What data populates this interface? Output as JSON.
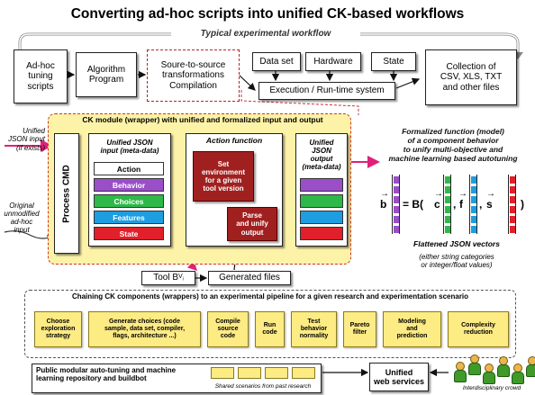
{
  "title": "Converting ad-hoc scripts into unified CK-based workflows",
  "workflow": {
    "caption": "Typical experimental workflow",
    "adhoc": "Ad-hoc\ntuning\nscripts",
    "algorithm": "Algorithm\nProgram",
    "transform": "Soure-to-source\ntransformations\nCompilation",
    "dataset": "Data set",
    "hardware": "Hardware",
    "state": "State",
    "execution": "Execution / Run-time system",
    "collection": "Collection of\nCSV, XLS, TXT\nand other files"
  },
  "ck_module": {
    "title": "CK module (wrapper) with unified and formalized input and output",
    "unified_input_label": "Unified\nJSON input\n(if exists)",
    "original_input_label": "Original\nunmodified\nad-hoc\ninput",
    "process_cmd": "Process CMD",
    "input_header": "Unified JSON\ninput  (meta-data)",
    "items": [
      {
        "label": "Action",
        "color": "#ffffff",
        "text_color": "#000000"
      },
      {
        "label": "Behavior",
        "color": "#9a4fc8",
        "text_color": "#ffffff"
      },
      {
        "label": "Choices",
        "color": "#2fb84a",
        "text_color": "#ffffff"
      },
      {
        "label": "Features",
        "color": "#1d9ee0",
        "text_color": "#ffffff"
      },
      {
        "label": "State",
        "color": "#e0202a",
        "text_color": "#ffffff"
      }
    ],
    "action_header": "Action function",
    "set_env": "Set\nenvironment\nfor a given\ntool version",
    "parse": "Parse\nand unify\noutput",
    "output_header": "Unified\nJSON\noutput\n(meta-data)",
    "output_colors": [
      "#9a4fc8",
      "#2fb84a",
      "#1d9ee0",
      "#e0202a"
    ]
  },
  "tool_label": "Tool B",
  "tool_sub": "V",
  "tool_subsub": "i",
  "generated_files": "Generated files",
  "formalized": {
    "caption": "Formalized function (model)\nof a component behavior\nto unify multi-objective and\nmachine learning based autotuning",
    "formula_b": "b",
    "formula_eq": "= B(",
    "formula_c": "c",
    "formula_f": "f",
    "formula_s": "s",
    "formula_sep": ",",
    "formula_close": ")",
    "vectors_caption": "Flattened JSON vectors",
    "vectors_sub": "(either string categories\nor  integer/float values)",
    "vector_colors": [
      "#9a4fc8",
      "#2fb84a",
      "#1d9ee0",
      "#e0202a"
    ]
  },
  "chain": {
    "title": "Chaining CK components (wrappers) to an experimental pipeline for a given research and experimentation scenario",
    "steps": [
      "Choose\nexploration\nstrategy",
      "Generate choices (code\nsample, data set, compiler,\nflags, architecture ...)",
      "Compile\nsource\ncode",
      "Run\ncode",
      "Test\nbehavior\nnormality",
      "Pareto\nfilter",
      "Modeling\nand\nprediction",
      "Complexity\nreduction"
    ]
  },
  "repo": "Public modular auto-tuning and machine\nlearning repository and buildbot",
  "shared": "Shared scenarios from past research",
  "web": "Unified\nweb services",
  "crowd": "Interdisciplinary crowd"
}
